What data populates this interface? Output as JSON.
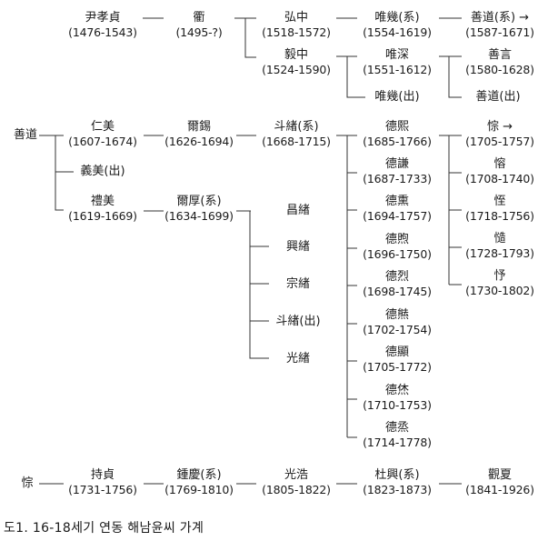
{
  "rows": {
    "row1": [
      {
        "name": "尹孝貞",
        "years": "(1476-1543)"
      },
      {
        "name": "衢",
        "years": "(1495-?)"
      },
      {
        "name": "弘中",
        "years": "(1518-1572)"
      },
      {
        "name": "唯幾(系)",
        "years": "(1554-1619)"
      },
      {
        "name": "善道(系) →",
        "years": "(1587-1671)"
      }
    ],
    "row2": [
      {
        "name": "毅中",
        "years": "(1524-1590)"
      },
      {
        "name": "唯深",
        "years": "(1551-1612)"
      },
      {
        "name": "善言",
        "years": "(1580-1628)"
      }
    ],
    "row3": [
      "唯幾(出)",
      "善道(出)"
    ],
    "section2_root": "善道",
    "section2_line": [
      {
        "name": "仁美",
        "years": "(1607-1674)"
      },
      {
        "name": "爾錫",
        "years": "(1626-1694)"
      },
      {
        "name": "斗緖(系)",
        "years": "(1668-1715)"
      }
    ],
    "yimi": "義美(出)",
    "section2_lower": [
      {
        "name": "禮美",
        "years": "(1619-1669)"
      },
      {
        "name": "爾厚(系)",
        "years": "(1634-1699)"
      }
    ],
    "erhou_sons": [
      "昌緖",
      "興緖",
      "宗緖",
      "斗緖(出)",
      "光緖"
    ],
    "douxu_sons": [
      {
        "name": "德熙",
        "years": "(1685-1766)"
      },
      {
        "name": "德謙",
        "years": "(1687-1733)"
      },
      {
        "name": "德熏",
        "years": "(1694-1757)"
      },
      {
        "name": "德煦",
        "years": "(1696-1750)"
      },
      {
        "name": "德烈",
        "years": "(1698-1745)"
      },
      {
        "name": "德㷱",
        "years": "(1702-1754)"
      },
      {
        "name": "德顯",
        "years": "(1705-1772)"
      },
      {
        "name": "德烋",
        "years": "(1710-1753)"
      },
      {
        "name": "德烝",
        "years": "(1714-1778)"
      }
    ],
    "dexi_sons": [
      {
        "name": "悰 →",
        "years": "(1705-1757)"
      },
      {
        "name": "愹",
        "years": "(1708-1740)"
      },
      {
        "name": "恎",
        "years": "(1718-1756)"
      },
      {
        "name": "慥",
        "years": "(1728-1793)"
      },
      {
        "name": "忬",
        "years": "(1730-1802)"
      }
    ],
    "section3_root": "悰",
    "section3_line": [
      {
        "name": "持貞",
        "years": "(1731-1756)"
      },
      {
        "name": "鍾慶(系)",
        "years": "(1769-1810)"
      },
      {
        "name": "光浩",
        "years": "(1805-1822)"
      },
      {
        "name": "杜興(系)",
        "years": "(1823-1873)"
      },
      {
        "name": "觀夏",
        "years": "(1841-1926)"
      }
    ]
  },
  "caption": "도1. 16-18세기 연동 해남윤씨 가계"
}
